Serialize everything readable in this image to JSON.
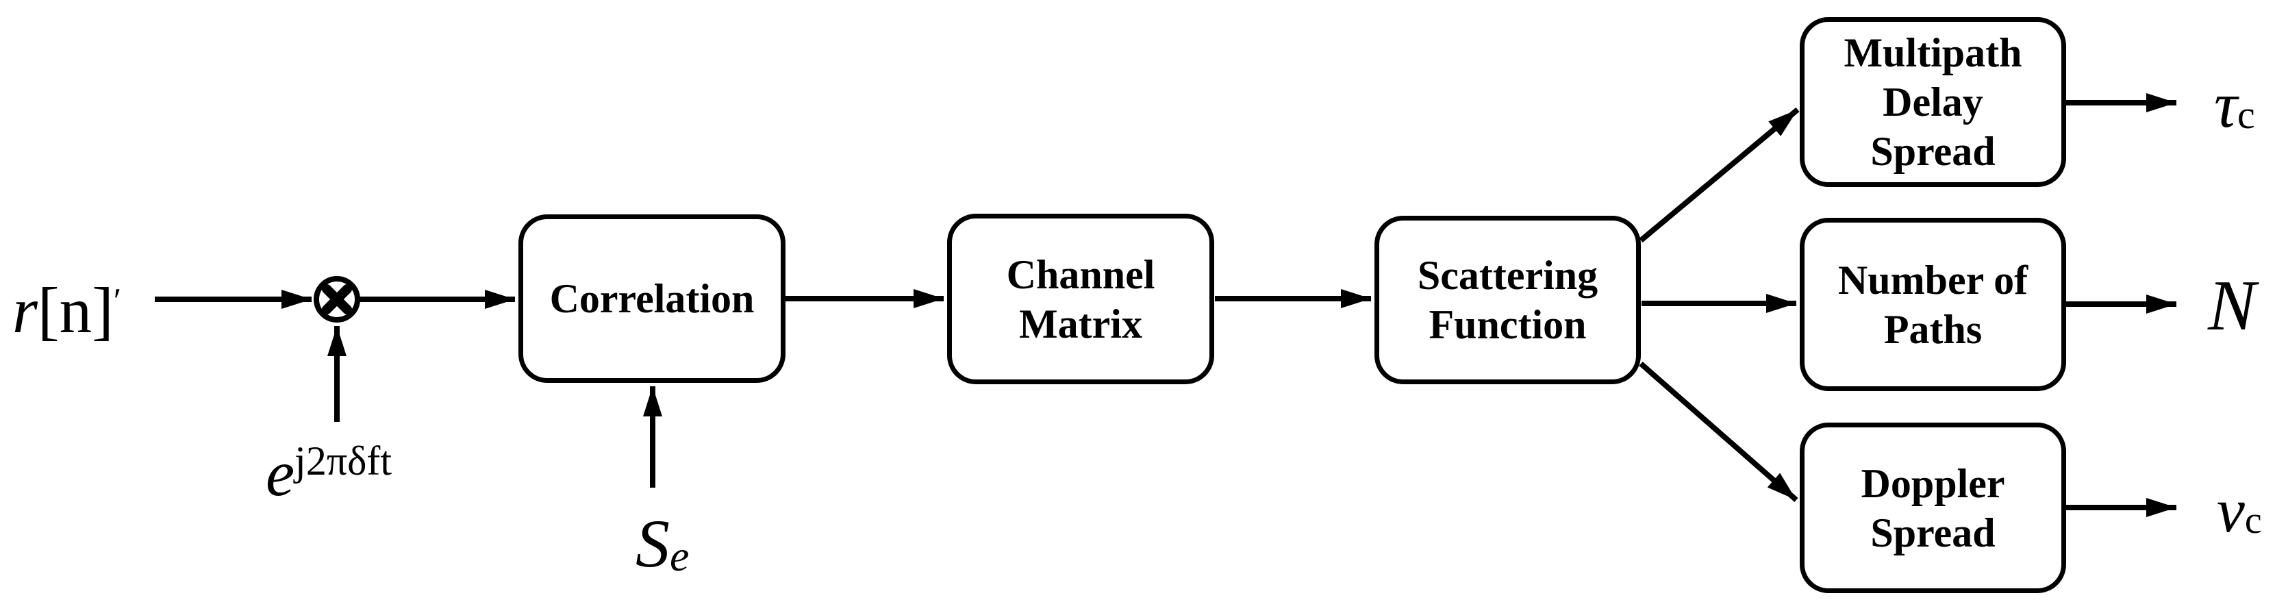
{
  "nodes": {
    "correlation": {
      "label": "Correlation"
    },
    "channel_matrix": {
      "lines": [
        "Channel",
        "Matrix"
      ]
    },
    "scattering_function": {
      "lines": [
        "Scattering",
        "Function"
      ]
    },
    "multipath_delay_spread": {
      "lines": [
        "Multipath",
        "Delay",
        "Spread"
      ]
    },
    "number_of_paths": {
      "lines": [
        "Number of",
        "Paths"
      ]
    },
    "doppler_spread": {
      "lines": [
        "Doppler",
        "Spread"
      ]
    }
  },
  "labels": {
    "input_signal": {
      "base": "r",
      "bracket": "[n]",
      "prime": "′"
    },
    "carrier": {
      "base": "e",
      "exponent": "j2πδft"
    },
    "reference_signal": {
      "base": "S",
      "sub": "e"
    },
    "delay_spread_output": {
      "base": "τ",
      "sub": "c"
    },
    "num_paths_output": {
      "base": "N"
    },
    "doppler_output": {
      "base": "v",
      "sub": "c"
    }
  },
  "operator": {
    "multiplier": "×"
  },
  "colors": {
    "line": "#000000",
    "background": "#ffffff",
    "box_fill": "#ffffff"
  }
}
